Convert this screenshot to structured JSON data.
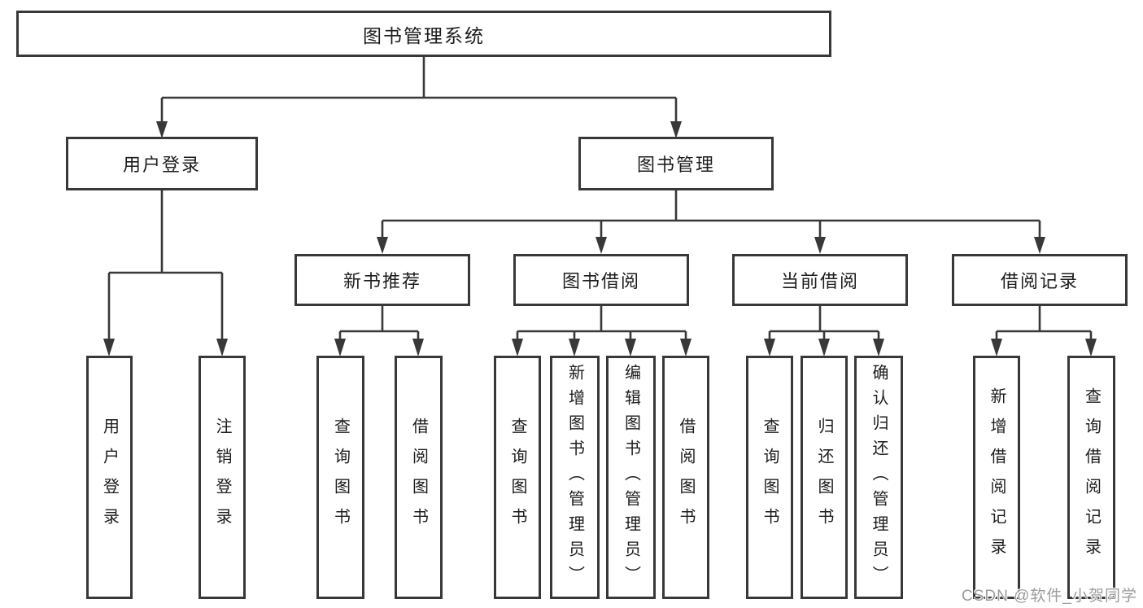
{
  "diagram": {
    "root": {
      "label": "图书管理系统"
    },
    "user_login": {
      "label": "用户登录",
      "children": [
        {
          "label": "用户登录"
        },
        {
          "label": "注销登录"
        }
      ]
    },
    "book_management": {
      "label": "图书管理",
      "children": [
        {
          "label": "新书推荐",
          "children": [
            {
              "label": "查询图书"
            },
            {
              "label": "借阅图书"
            }
          ]
        },
        {
          "label": "图书借阅",
          "children": [
            {
              "label": "查询图书"
            },
            {
              "label": "新增图书（管理员）"
            },
            {
              "label": "编辑图书（管理员）"
            },
            {
              "label": "借阅图书"
            }
          ]
        },
        {
          "label": "当前借阅",
          "children": [
            {
              "label": "查询图书"
            },
            {
              "label": "归还图书"
            },
            {
              "label": "确认归还（管理员）"
            }
          ]
        },
        {
          "label": "借阅记录",
          "children": [
            {
              "label": "新增借阅记录"
            },
            {
              "label": "查询借阅记录"
            }
          ]
        }
      ]
    }
  },
  "watermark": {
    "text": "CSDN @软件_小贺同学"
  },
  "colors": {
    "line": "#383838",
    "text": "#1c1c1c",
    "watermark": "#9c9c9c",
    "background": "#ffffff"
  }
}
